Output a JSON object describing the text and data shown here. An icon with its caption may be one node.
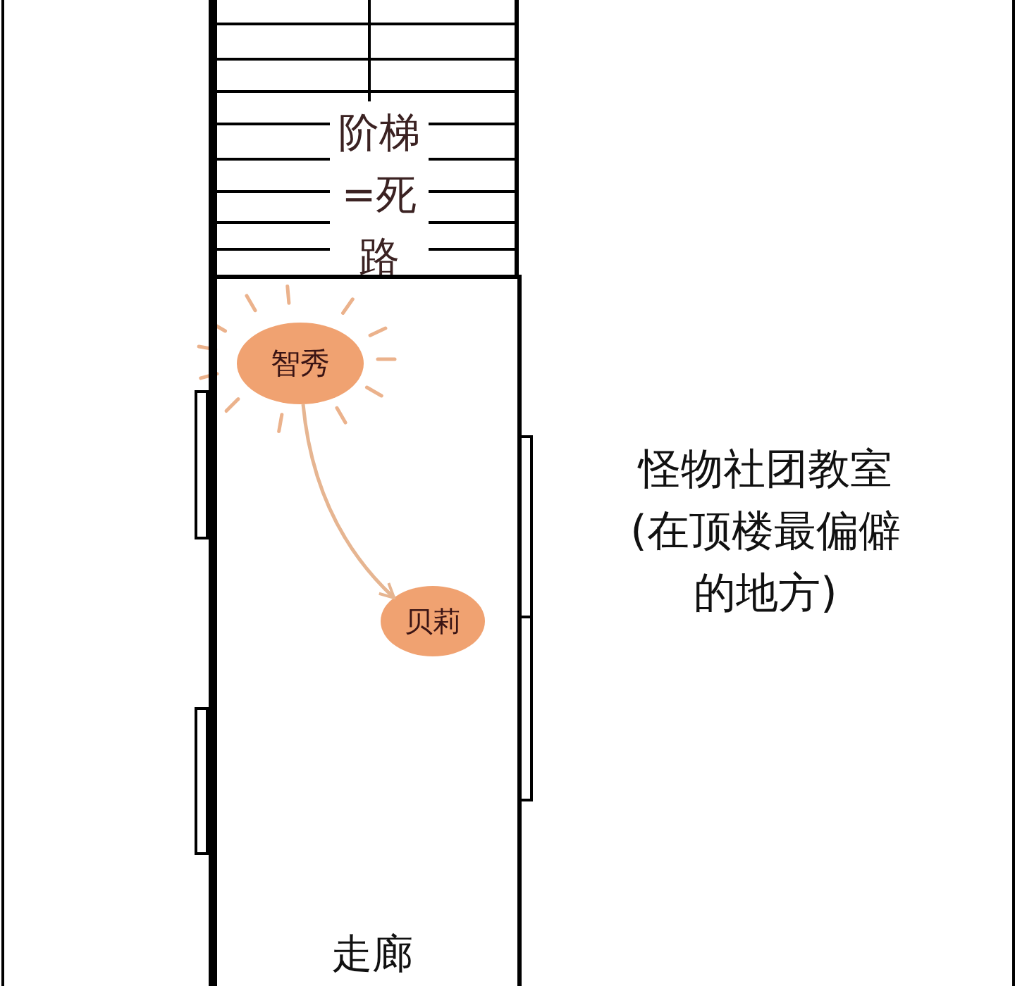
{
  "diagram": {
    "nodes": [
      {
        "text": [
          "阶梯=死路"
        ]
      },
      {
        "text": [
          "走廊"
        ]
      },
      {
        "text": [
          "智秀"
        ],
        "in": 1
      },
      {
        "text": [
          "贝莉"
        ],
        "in": 1
      },
      {
        "text": [
          "怪物社团教室(在顶楼最偏僻的地方)"
        ]
      }
    ],
    "edges": [
      {
        "from": 2,
        "to": 3,
        "arrow": "to"
      }
    ]
  }
}
